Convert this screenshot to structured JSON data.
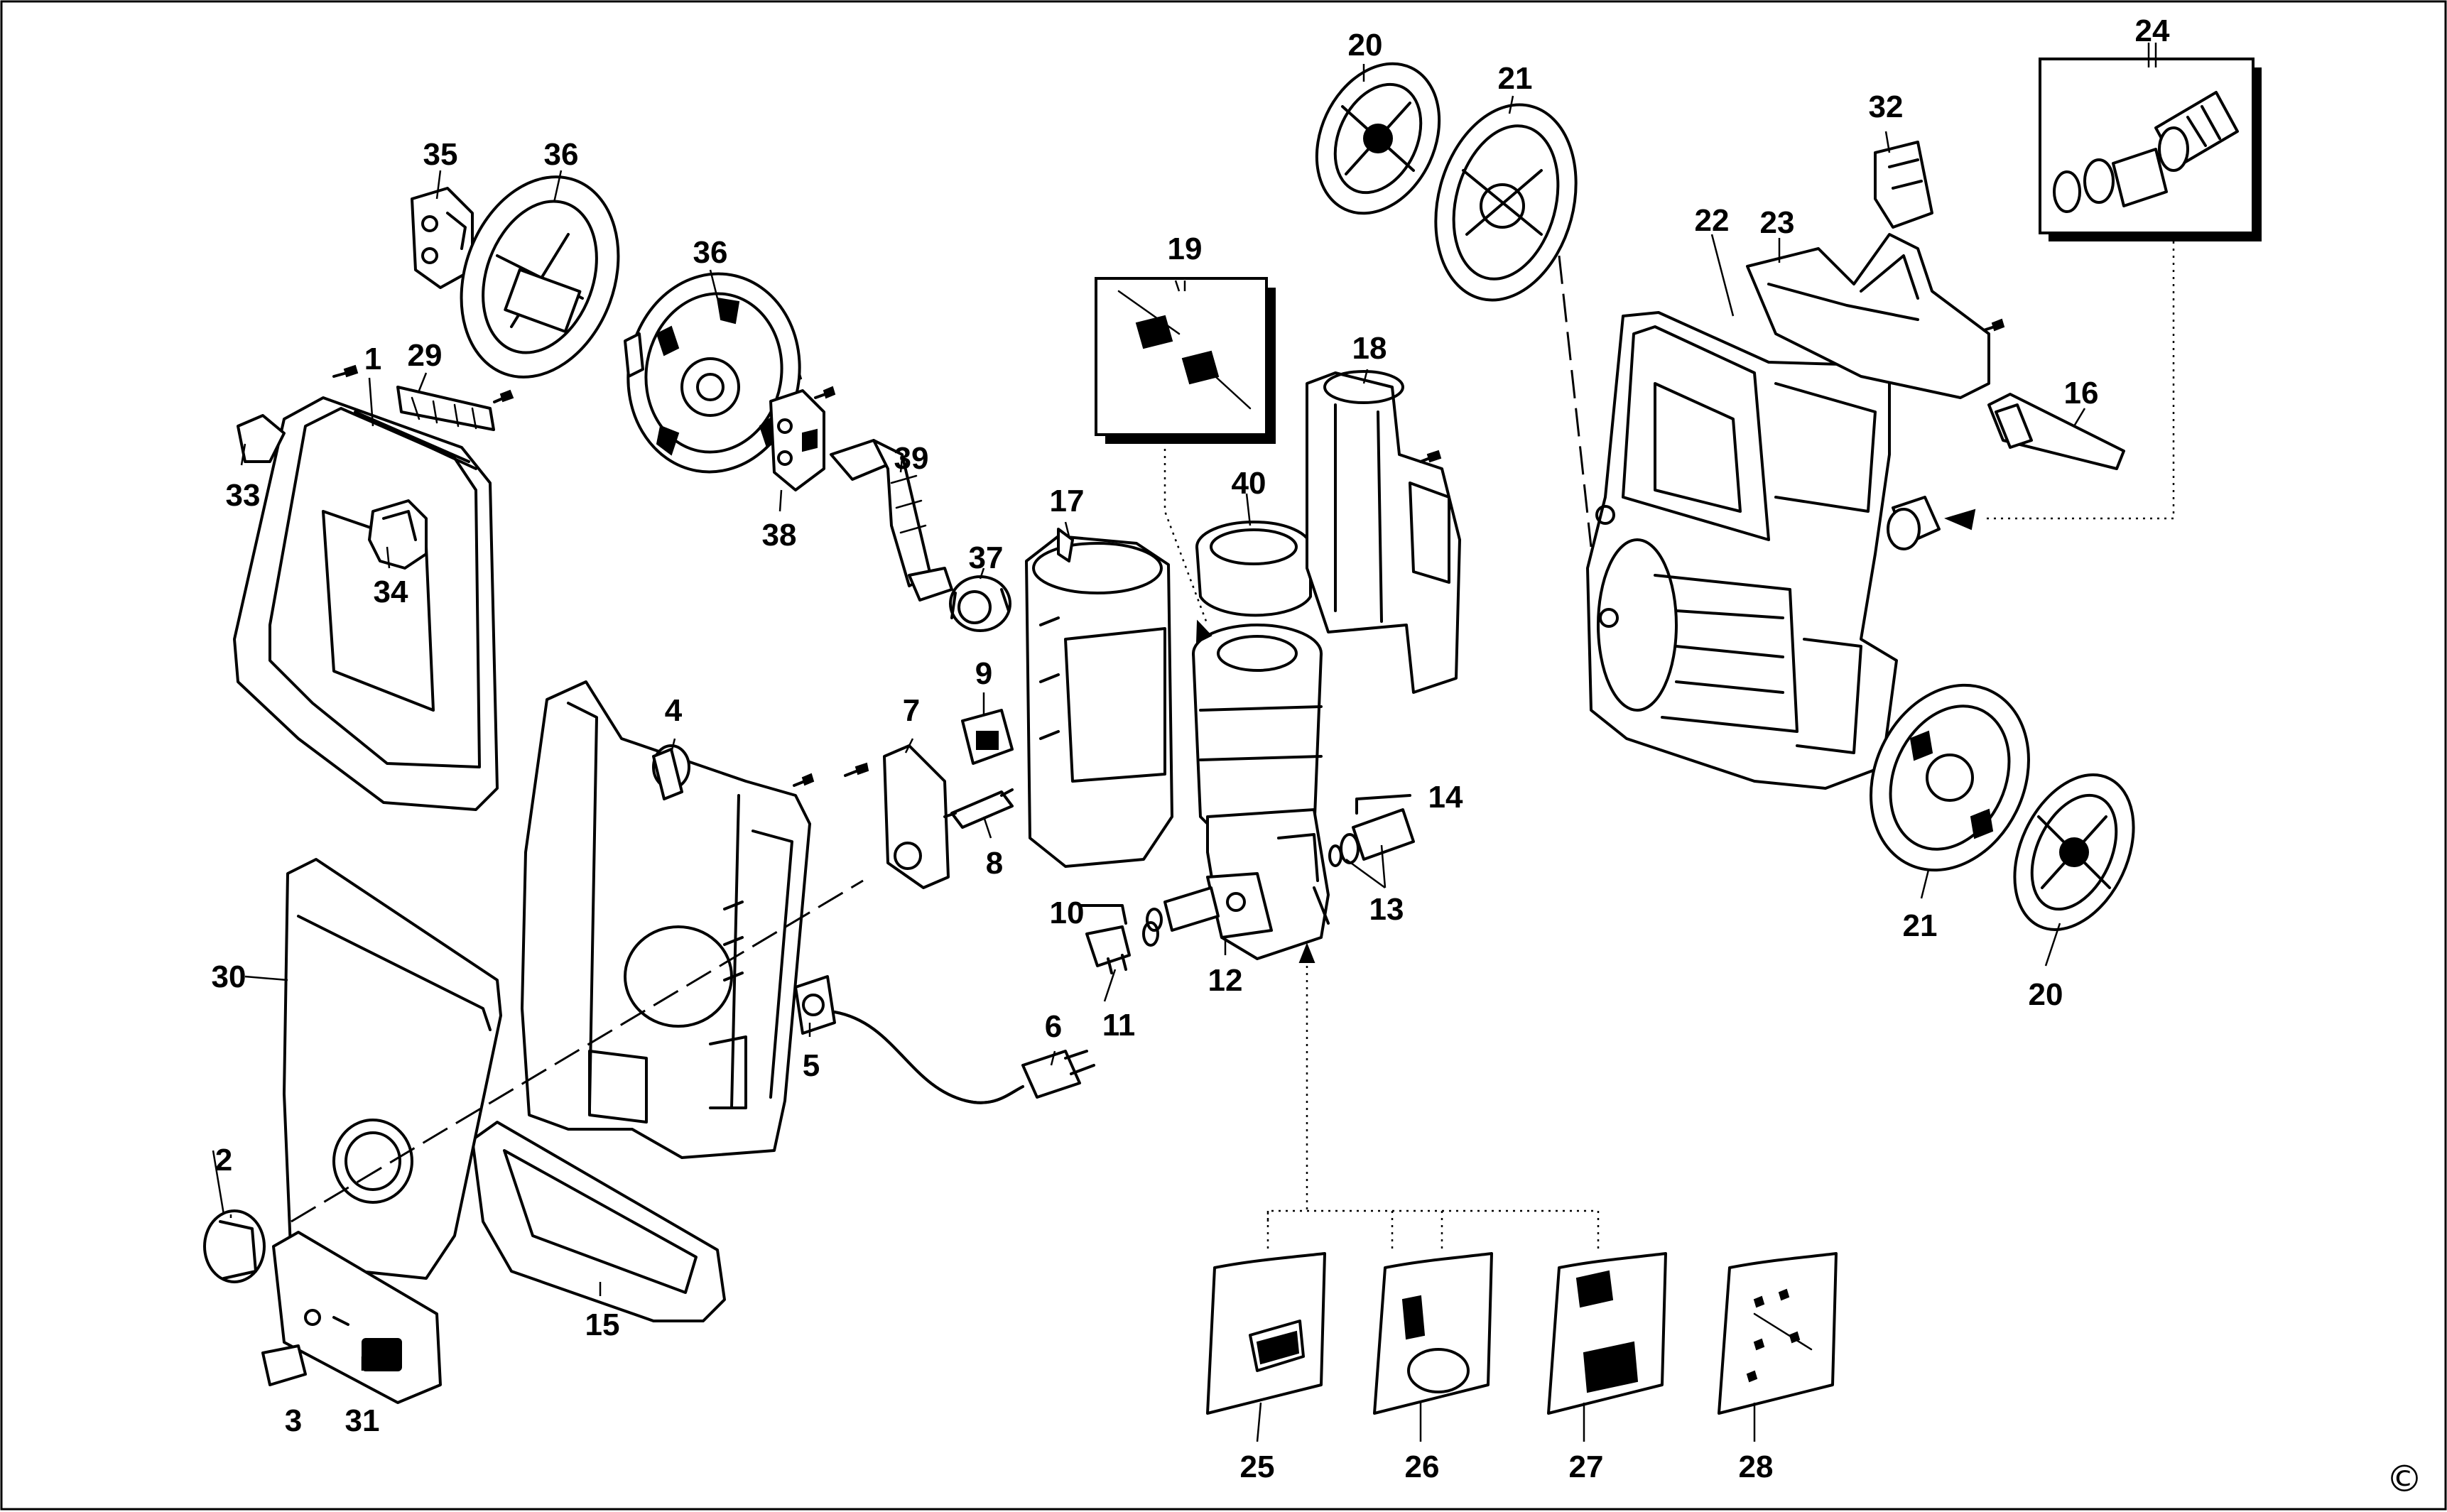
{
  "labels": {
    "l1": "1",
    "l2": "2",
    "l3": "3",
    "l4": "4",
    "l5": "5",
    "l6": "6",
    "l7": "7",
    "l8": "8",
    "l9": "9",
    "l10": "10",
    "l11": "11",
    "l12": "12",
    "l13": "13",
    "l14": "14",
    "l15": "15",
    "l16": "16",
    "l17": "17",
    "l18": "18",
    "l19": "19",
    "l20a": "20",
    "l20b": "20",
    "l21a": "21",
    "l21b": "21",
    "l22": "22",
    "l23": "23",
    "l24": "24",
    "l25": "25",
    "l26": "26",
    "l27": "27",
    "l28": "28",
    "l29": "29",
    "l30": "30",
    "l31": "31",
    "l32": "32",
    "l33": "33",
    "l34": "34",
    "l35": "35",
    "l36a": "36",
    "l36b": "36",
    "l37": "37",
    "l38": "38",
    "l39": "39",
    "l40": "40"
  },
  "copyright": "©"
}
